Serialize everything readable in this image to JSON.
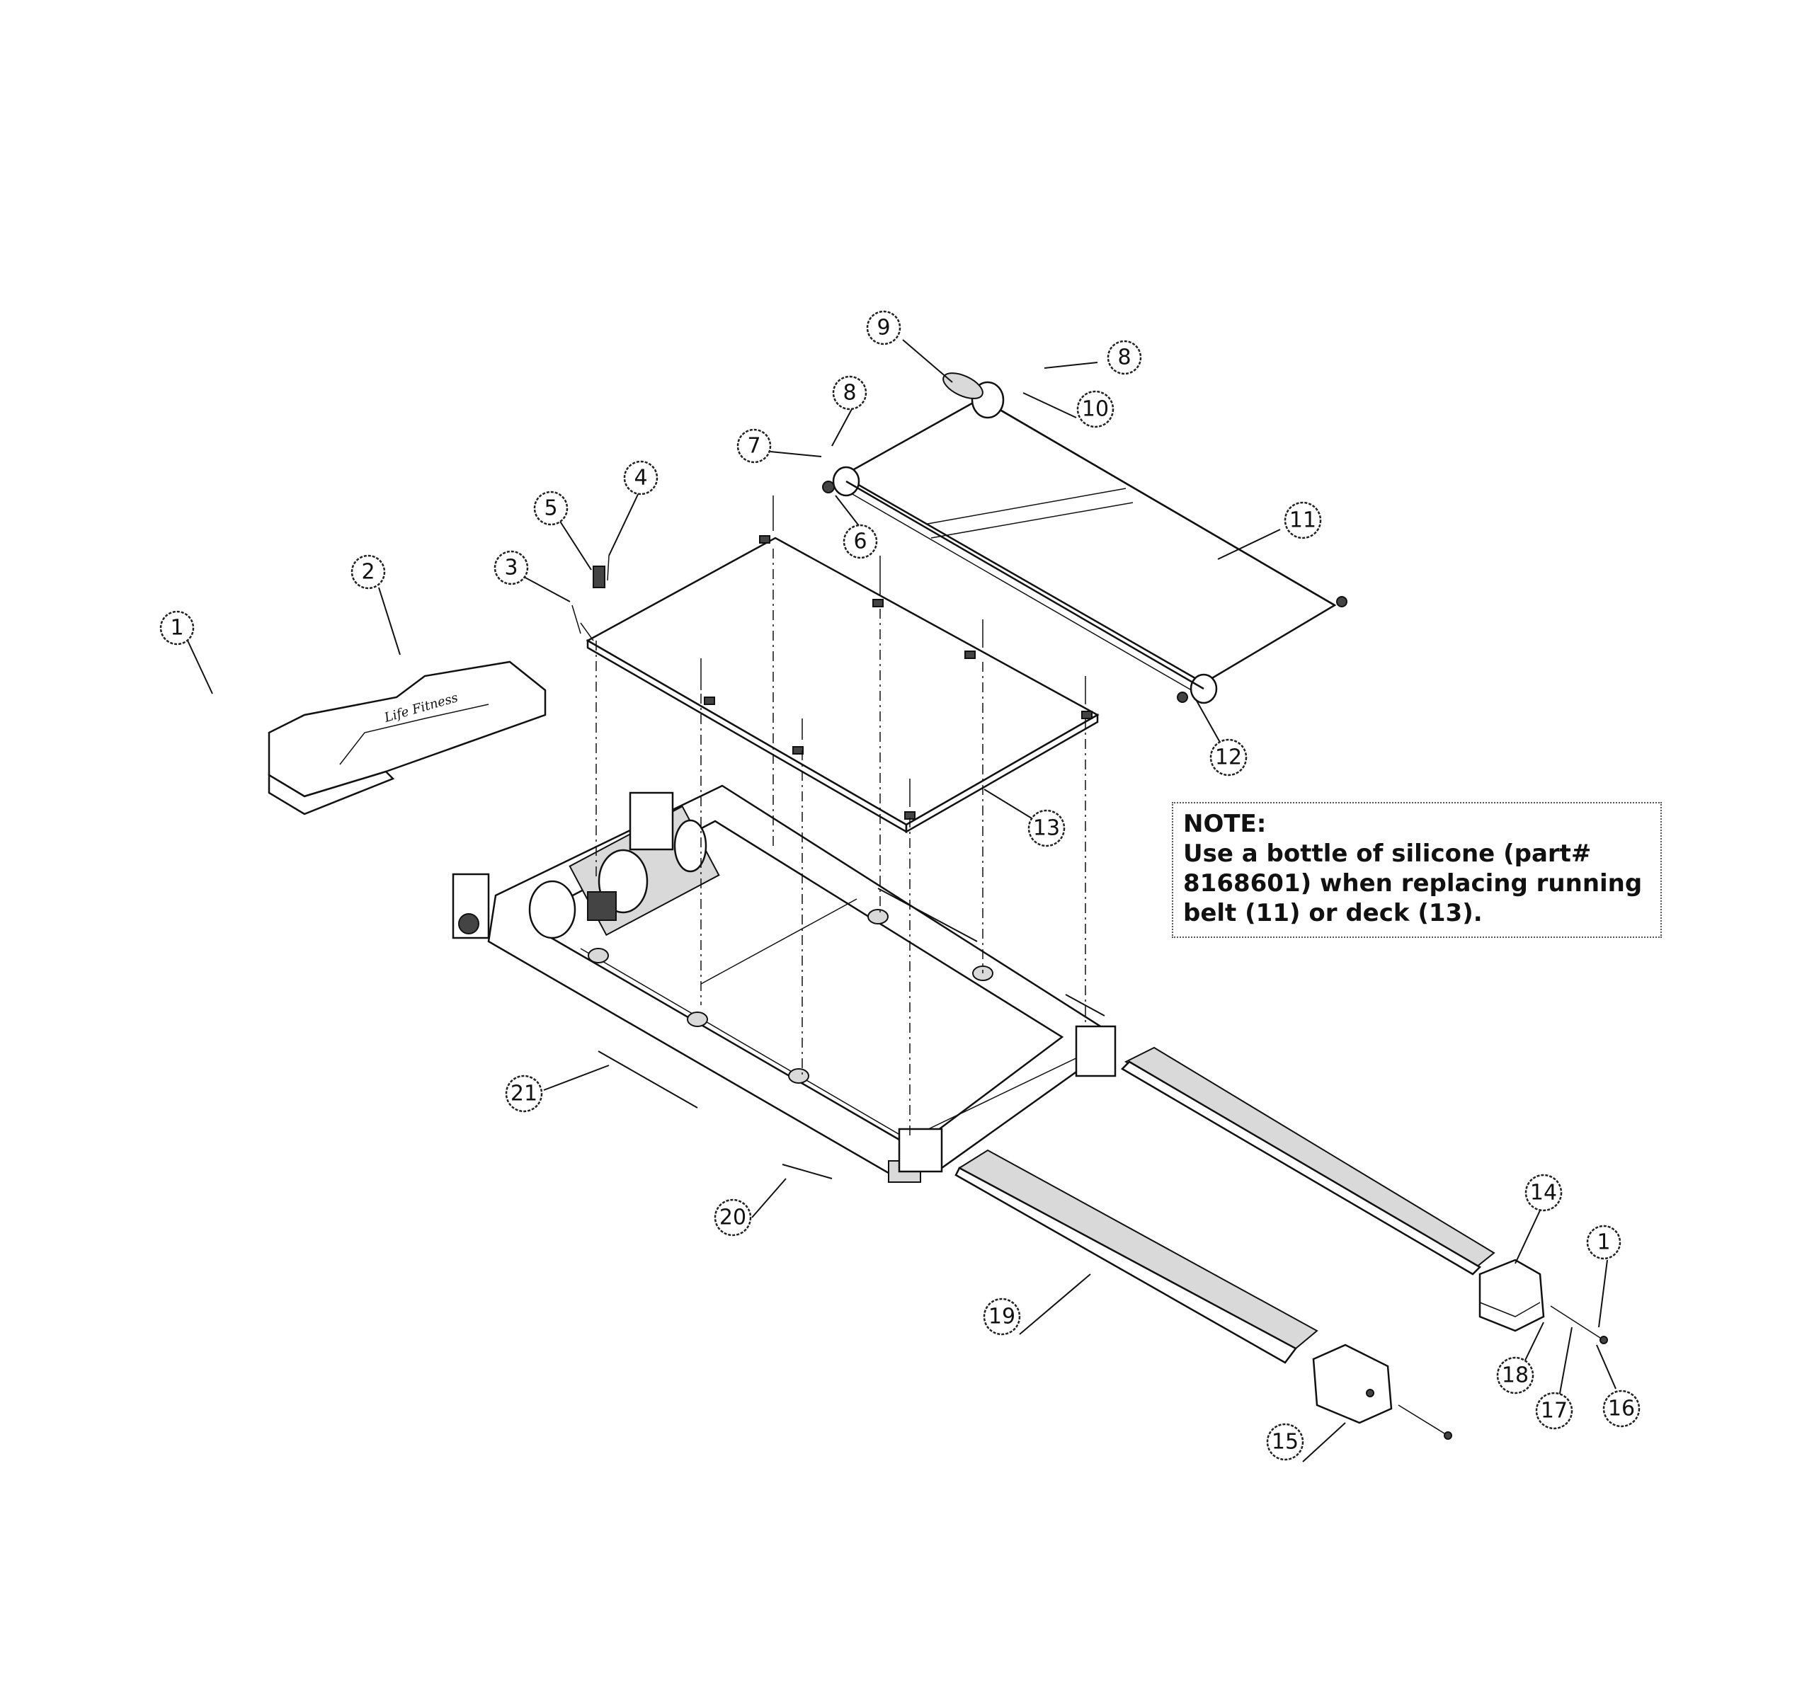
{
  "note": {
    "title": "NOTE:",
    "body": "Use a bottle of silicone (part#\n8168601) when replacing running\nbelt (11) or deck (13)."
  },
  "callouts": [
    {
      "id": "c1a",
      "label": "1"
    },
    {
      "id": "c2",
      "label": "2"
    },
    {
      "id": "c3",
      "label": "3"
    },
    {
      "id": "c4",
      "label": "4"
    },
    {
      "id": "c5",
      "label": "5"
    },
    {
      "id": "c6",
      "label": "6"
    },
    {
      "id": "c7",
      "label": "7"
    },
    {
      "id": "c8a",
      "label": "8"
    },
    {
      "id": "c8b",
      "label": "8"
    },
    {
      "id": "c9",
      "label": "9"
    },
    {
      "id": "c10",
      "label": "10"
    },
    {
      "id": "c11",
      "label": "11"
    },
    {
      "id": "c12",
      "label": "12"
    },
    {
      "id": "c13",
      "label": "13"
    },
    {
      "id": "c14",
      "label": "14"
    },
    {
      "id": "c1b",
      "label": "1"
    },
    {
      "id": "c15",
      "label": "15"
    },
    {
      "id": "c16",
      "label": "16"
    },
    {
      "id": "c17",
      "label": "17"
    },
    {
      "id": "c18",
      "label": "18"
    },
    {
      "id": "c19",
      "label": "19"
    },
    {
      "id": "c20",
      "label": "20"
    },
    {
      "id": "c21",
      "label": "21"
    }
  ],
  "logo_text": "Life Fitness"
}
